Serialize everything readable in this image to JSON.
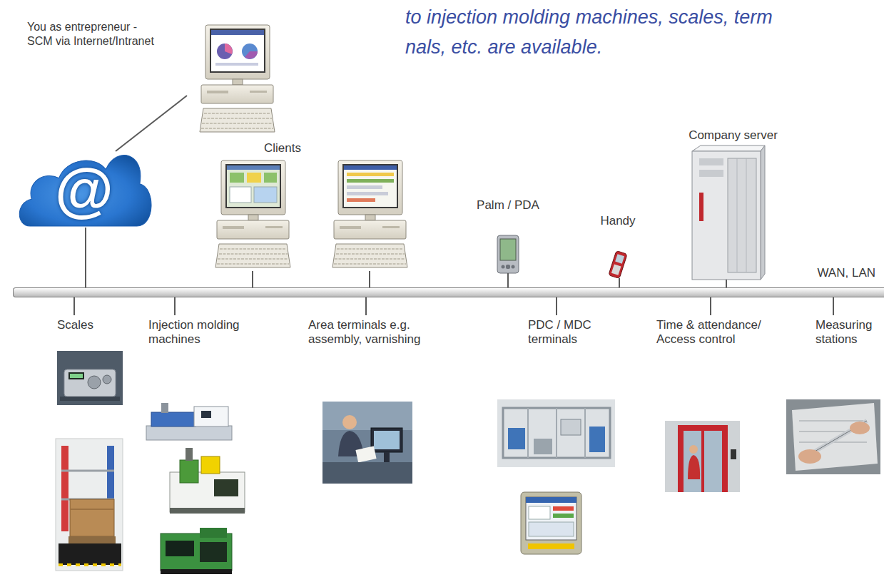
{
  "diagram": {
    "nodes": [
      {
        "text": [
          "You as entrepreneur - SCM via Internet/Intranet"
        ]
      },
      {
        "text": [
          "@"
        ]
      },
      {
        "text": [
          "Palm / PDA"
        ]
      },
      {
        "text": [
          "Handy"
        ]
      },
      {
        "text": [
          "Company server"
        ]
      },
      {
        "text": [
          "WAN, LAN"
        ]
      },
      {
        "text": [
          "Scales"
        ]
      },
      {
        "text": [
          "Injection molding machines"
        ]
      },
      {
        "text": [
          "Area terminals e.g. assembly, varnishing"
        ]
      },
      {
        "text": [
          "PDC / MDC terminals"
        ]
      },
      {
        "text": [
          "Time & attendance/ Access control"
        ]
      },
      {
        "text": [
          "Measuring stations"
        ]
      }
    ],
    "edges": [
      {
        "from": 0,
        "to": 1,
        "arrow": "none"
      },
      {
        "from": 1,
        "to": 5,
        "arrow": "none"
      },
      {
        "from": 2,
        "to": 5,
        "arrow": "none"
      },
      {
        "from": 3,
        "to": 5,
        "arrow": "none"
      },
      {
        "from": 4,
        "to": 5,
        "arrow": "none"
      },
      {
        "from": 5,
        "to": 6,
        "arrow": "none"
      },
      {
        "from": 5,
        "to": 7,
        "arrow": "none"
      },
      {
        "from": 5,
        "to": 8,
        "arrow": "none"
      },
      {
        "from": 5,
        "to": 9,
        "arrow": "none"
      },
      {
        "from": 5,
        "to": 10,
        "arrow": "none"
      },
      {
        "from": 5,
        "to": 11,
        "arrow": "none"
      }
    ],
    "labels": [
      "to injection molding machines, scales, term nals, etc. are available.",
      "Clients"
    ]
  }
}
